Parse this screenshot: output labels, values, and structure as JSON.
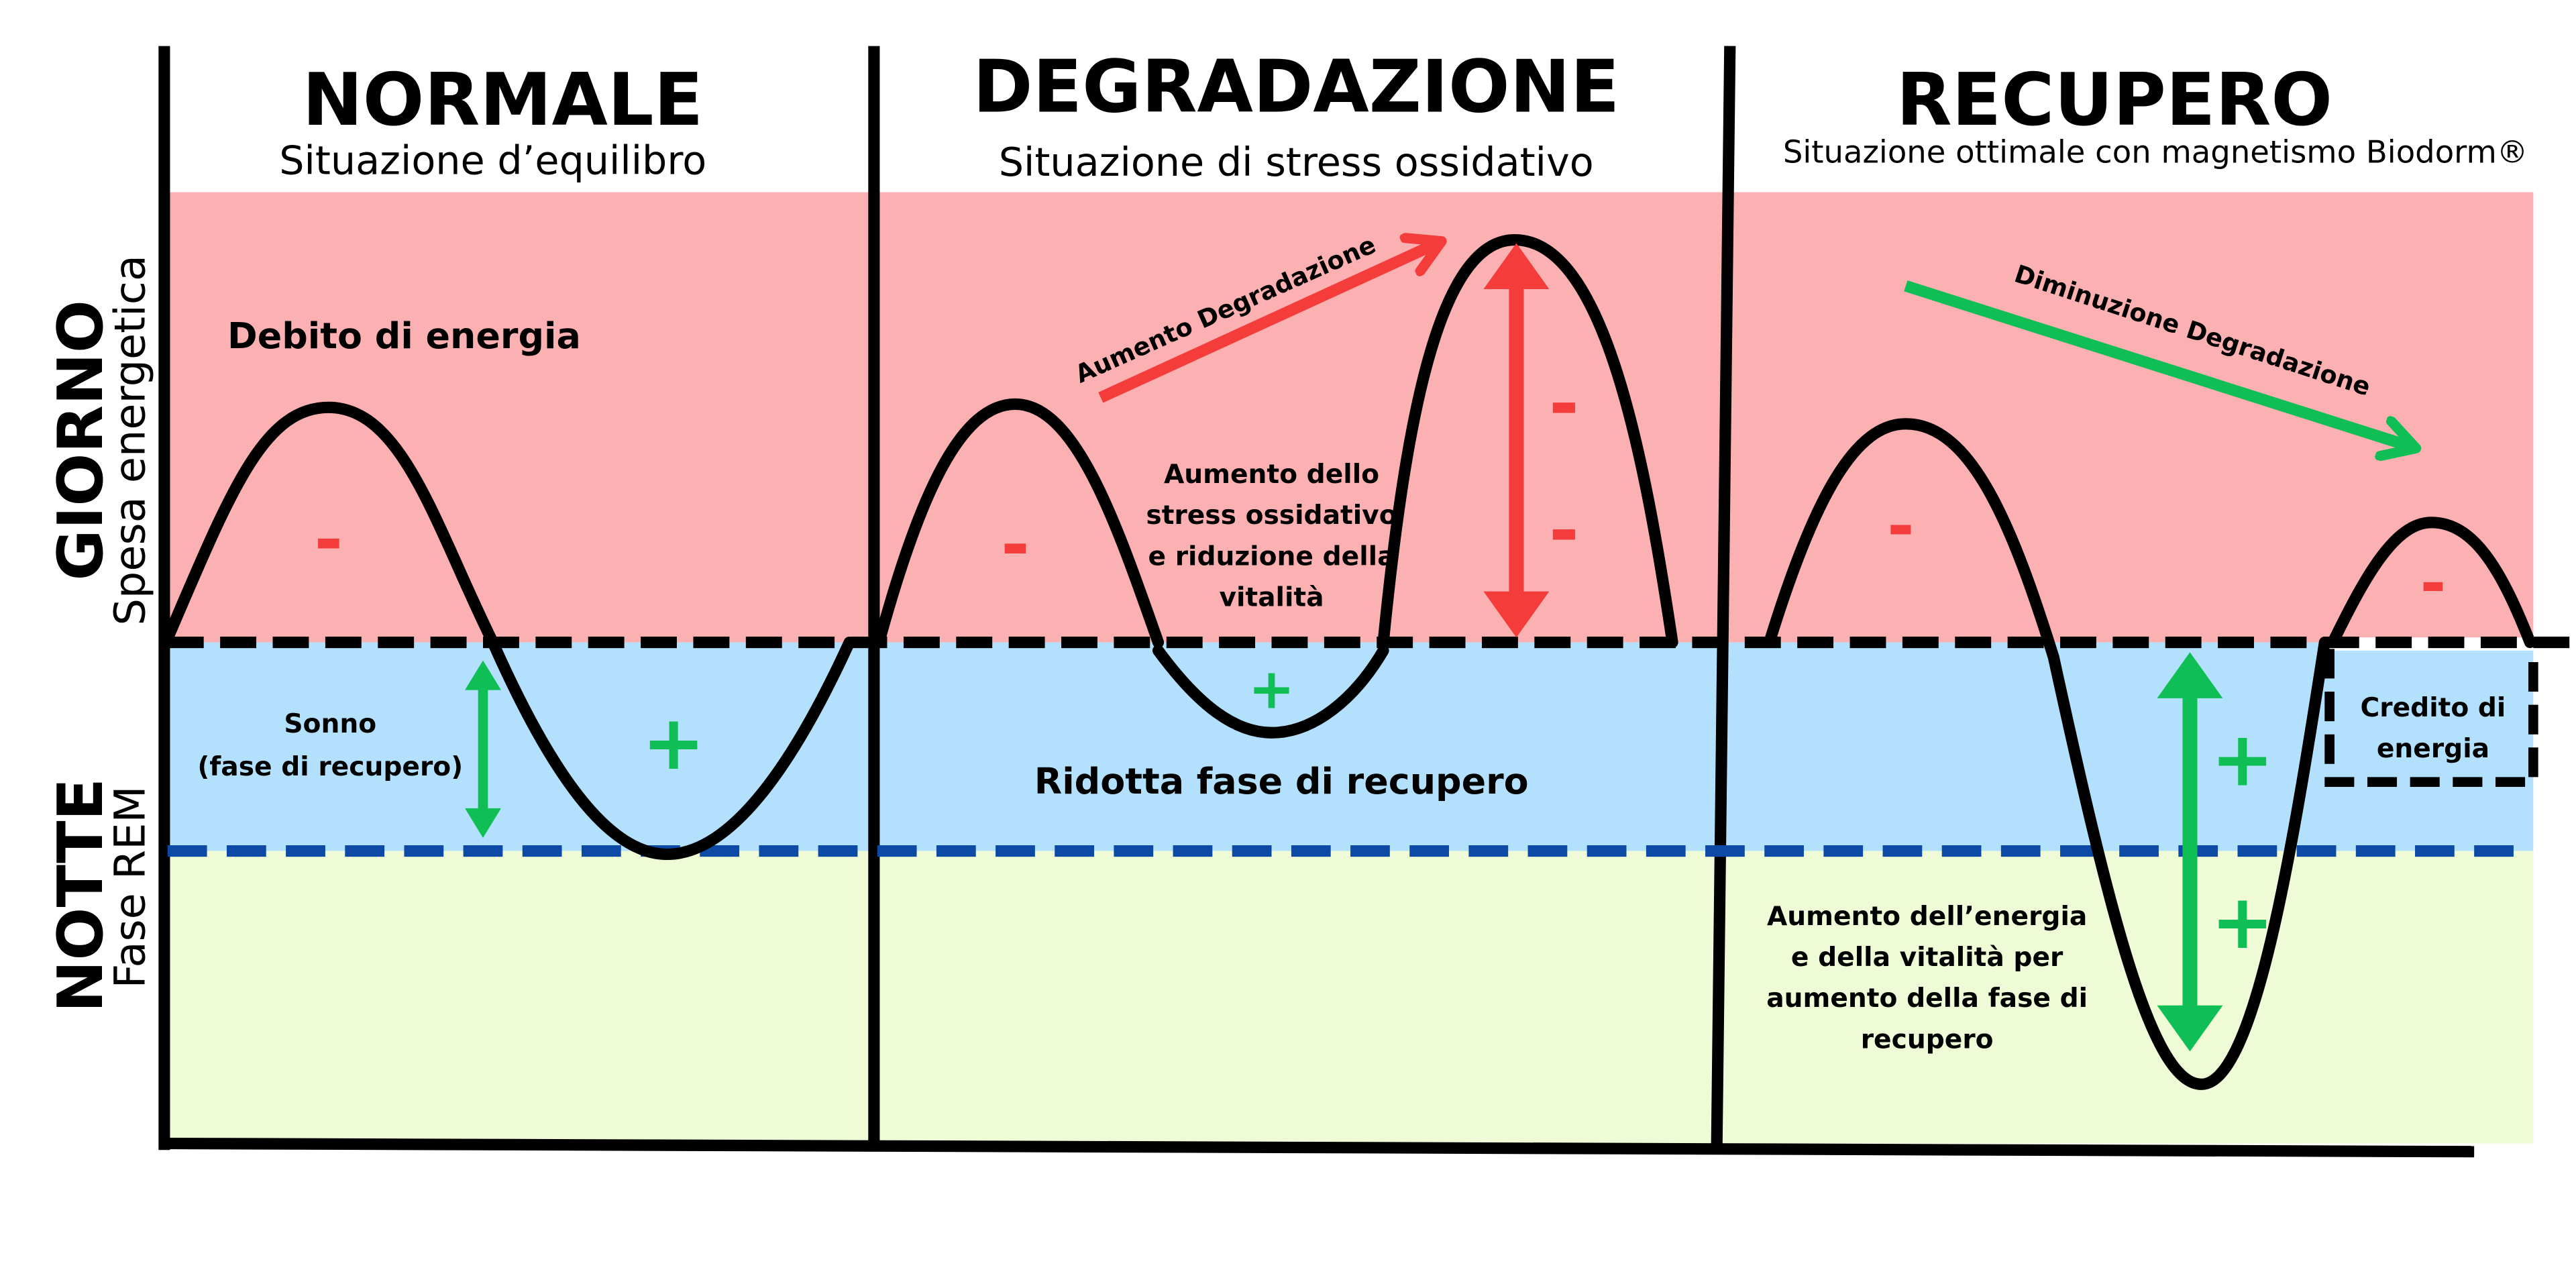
{
  "colors": {
    "day_band": "#fbb0b2",
    "night_band": "#b3e1fd",
    "rem_band": "#eefbd6",
    "axis": "#000000",
    "rem_line": "#0d4aa6",
    "minus_red": "#f43c3b",
    "plus_green": "#0fbf55"
  },
  "side_labels": {
    "day": "GIORNO",
    "day_sub": "Spesa energetica",
    "night": "NOTTE",
    "night_sub": "Fase REM"
  },
  "panels": [
    {
      "title": "NORMALE",
      "subtitle": "Situazione d’equilibro",
      "text_day": "Debito di energia",
      "sleep_label": [
        "Sonno",
        "(fase di recupero)"
      ],
      "signs": {
        "minus": "-",
        "plus": "+"
      }
    },
    {
      "title": "DEGRADAZIONE",
      "subtitle": "Situazione di stress ossidativo",
      "arrow_label": "Aumento Degradazione",
      "stress_text": [
        "Aumento dello",
        "stress ossidativo",
        "e riduzione della",
        "vitalità"
      ],
      "night_text": "Ridotta fase di recupero",
      "signs": {
        "minus": "-",
        "plus": "+"
      }
    },
    {
      "title": "RECUPERO",
      "subtitle": "Situazione ottimale con magnetismo Biodorm®",
      "arrow_label": "Diminuzione Degradazione",
      "credit_text": [
        "Credito di",
        "energia"
      ],
      "energy_text": [
        "Aumento dell’energia",
        "e della vitalità per",
        "aumento della fase di",
        "recupero"
      ],
      "signs": {
        "minus": "-",
        "plus": "+"
      }
    }
  ]
}
